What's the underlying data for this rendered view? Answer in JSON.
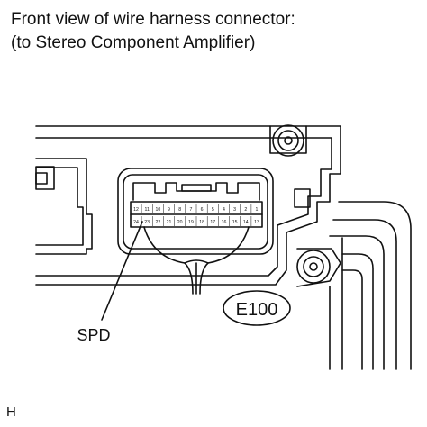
{
  "title": {
    "line1": "Front view of wire harness connector:",
    "line2": "(to Stereo Component Amplifier)"
  },
  "connector": {
    "id": "E100",
    "top_row_pins": [
      "12",
      "11",
      "10",
      "9",
      "8",
      "7",
      "6",
      "5",
      "4",
      "3",
      "2",
      "1"
    ],
    "bottom_row_pins": [
      "24",
      "23",
      "22",
      "21",
      "20",
      "19",
      "18",
      "17",
      "16",
      "15",
      "14",
      "13"
    ]
  },
  "callout": {
    "label": "SPD"
  },
  "footer": {
    "code": "H"
  },
  "colors": {
    "ink": "#111111",
    "background": "#ffffff"
  }
}
